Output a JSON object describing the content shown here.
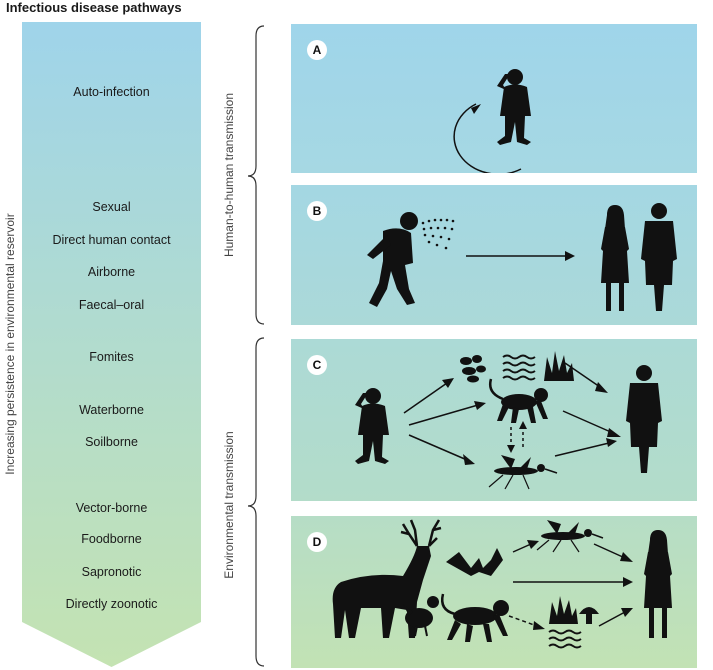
{
  "title": "Infectious disease pathways",
  "left_axis_label": "Increasing persistence in environmental reservoir",
  "pathways": [
    "Auto-infection",
    "Sexual",
    "Direct human contact",
    "Airborne",
    "Faecal–oral",
    "Fomites",
    "Waterborne",
    "Soilborne",
    "Vector-borne",
    "Foodborne",
    "Sapronotic",
    "Directly zoonotic"
  ],
  "groups": {
    "human": "Human-to-human transmission",
    "environmental": "Environmental transmission"
  },
  "panels": [
    "A",
    "B",
    "C",
    "D"
  ],
  "colors": {
    "arrow_top": "#9fd4ea",
    "arrow_bottom": "#c4e3b2",
    "ink": "#1a1a1a"
  }
}
